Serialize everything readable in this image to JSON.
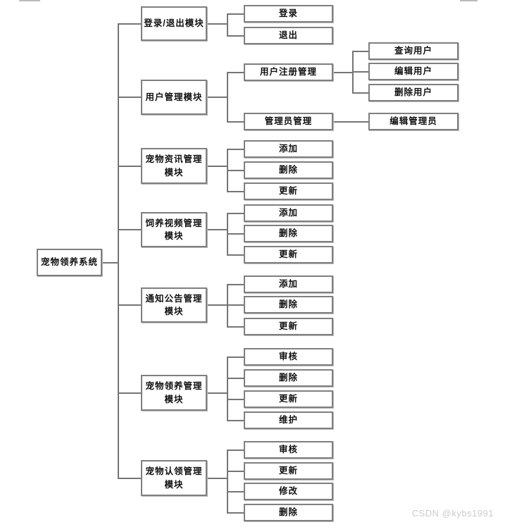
{
  "diagram": {
    "tree": {
      "id": "root",
      "label": "宠物领养系统",
      "children": [
        {
          "id": "login-logout-module",
          "label": "登录/退出模块",
          "children": [
            {
              "id": "login",
              "label": "登录"
            },
            {
              "id": "logout",
              "label": "退出"
            }
          ]
        },
        {
          "id": "user-mgmt-module",
          "label": "用户管理模块",
          "children": [
            {
              "id": "user-reg-mgmt",
              "label": "用户注册管理",
              "children": [
                {
                  "id": "query-user",
                  "label": "查询用户"
                },
                {
                  "id": "edit-user",
                  "label": "编辑用户"
                },
                {
                  "id": "delete-user",
                  "label": "删除用户"
                }
              ]
            },
            {
              "id": "admin-mgmt",
              "label": "管理员管理",
              "children": [
                {
                  "id": "edit-admin",
                  "label": "编辑管理员"
                }
              ]
            }
          ]
        },
        {
          "id": "pet-info-module",
          "label": "宠物资讯管理\n模块",
          "children": [
            {
              "id": "pet-info-add",
              "label": "添加"
            },
            {
              "id": "pet-info-delete",
              "label": "删除"
            },
            {
              "id": "pet-info-update",
              "label": "更新"
            }
          ]
        },
        {
          "id": "video-module",
          "label": "饲养视频管理\n模块",
          "children": [
            {
              "id": "video-add",
              "label": "添加"
            },
            {
              "id": "video-delete",
              "label": "删除"
            },
            {
              "id": "video-update",
              "label": "更新"
            }
          ]
        },
        {
          "id": "notice-module",
          "label": "通知公告管理\n模块",
          "children": [
            {
              "id": "notice-add",
              "label": "添加"
            },
            {
              "id": "notice-delete",
              "label": "删除"
            },
            {
              "id": "notice-update",
              "label": "更新"
            }
          ]
        },
        {
          "id": "adoption-module",
          "label": "宠物领养管理\n模块",
          "children": [
            {
              "id": "adoption-audit",
              "label": "审核"
            },
            {
              "id": "adoption-delete",
              "label": "删除"
            },
            {
              "id": "adoption-update",
              "label": "更新"
            },
            {
              "id": "adoption-maintain",
              "label": "维护"
            }
          ]
        },
        {
          "id": "claim-module",
          "label": "宠物认领管理\n模块",
          "children": [
            {
              "id": "claim-audit",
              "label": "审核"
            },
            {
              "id": "claim-update",
              "label": "更新"
            },
            {
              "id": "claim-modify",
              "label": "修改"
            },
            {
              "id": "claim-delete",
              "label": "删除"
            }
          ]
        }
      ]
    }
  },
  "colors": {
    "node_border": "#7f7f7f",
    "edge": "#757575",
    "text": "#111111",
    "watermark_text": "#cbcbcb",
    "background": "#ffffff"
  },
  "watermark": "CSDN @kybs1991"
}
